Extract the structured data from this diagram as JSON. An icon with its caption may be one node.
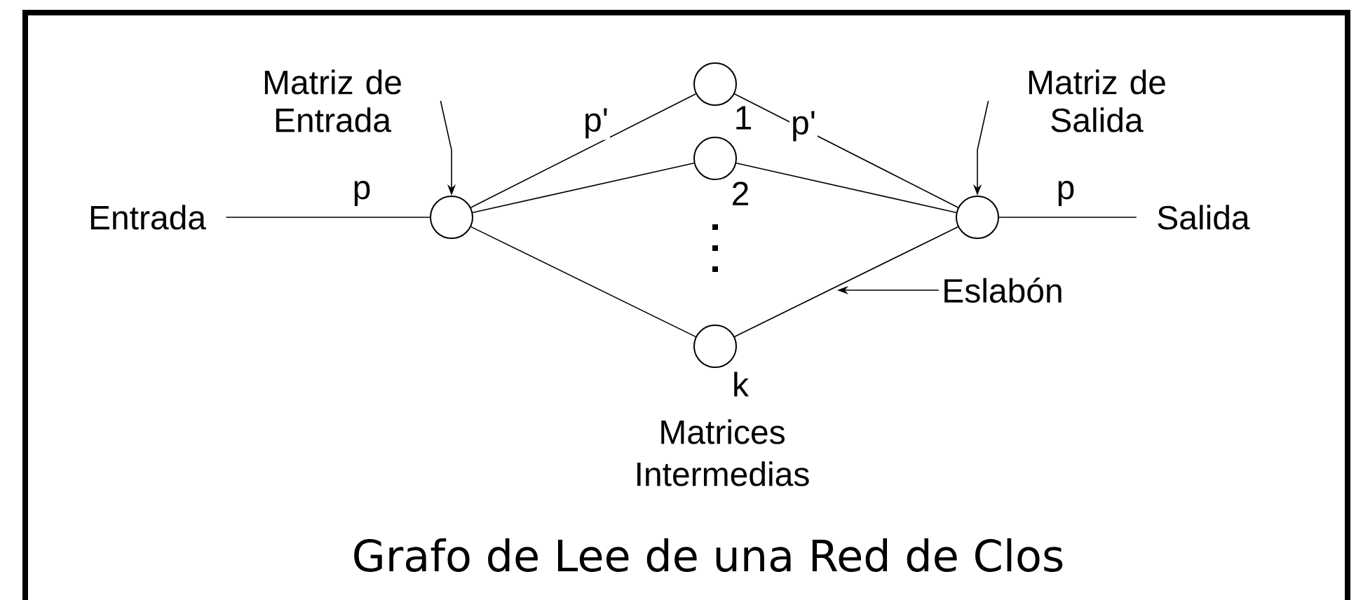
{
  "diagram": {
    "title": "Grafo de Lee de una Red de Clos",
    "nodes": [
      {
        "text": [
          "Entrada"
        ]
      },
      {
        "text": [],
        "shape": "circle"
      },
      {
        "text": [],
        "shape": "circle",
        "beside": [
          "1"
        ]
      },
      {
        "text": [],
        "shape": "circle",
        "beside": [
          "2"
        ]
      },
      {
        "text": [],
        "shape": "circle",
        "beside": [
          "k"
        ]
      },
      {
        "text": [],
        "shape": "circle"
      },
      {
        "text": [
          "Salida"
        ]
      },
      {
        "text": [
          "Matriz de Entrada"
        ]
      },
      {
        "text": [
          "Matriz de Salida"
        ]
      },
      {
        "text": [
          "Eslabón"
        ]
      }
    ],
    "edges": [
      {
        "from": 0,
        "to": 1,
        "arrow": "none",
        "label": "p"
      },
      {
        "from": 1,
        "to": 2,
        "arrow": "none",
        "label": "p'"
      },
      {
        "from": 1,
        "to": 3,
        "arrow": "none"
      },
      {
        "from": 1,
        "to": 4,
        "arrow": "none"
      },
      {
        "from": 2,
        "to": 5,
        "arrow": "none",
        "label": "p'"
      },
      {
        "from": 3,
        "to": 5,
        "arrow": "none"
      },
      {
        "from": 4,
        "to": 5,
        "arrow": "none"
      },
      {
        "from": 5,
        "to": 6,
        "arrow": "none",
        "label": "p"
      },
      {
        "from": 7,
        "to": 1,
        "arrow": "to"
      },
      {
        "from": 8,
        "to": 5,
        "arrow": "to"
      },
      {
        "from": 9,
        "to": null,
        "arrow": "to"
      }
    ],
    "labels": [
      "Matrices Intermedias"
    ]
  }
}
